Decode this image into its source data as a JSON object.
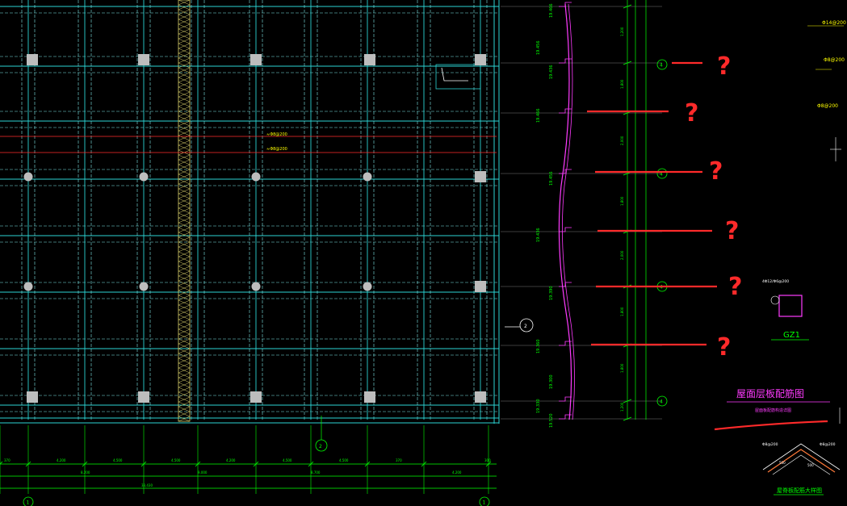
{
  "colors": {
    "background": "#000000",
    "grid": "#2bd3d3",
    "grid_dash": "#7de9e9",
    "dimension": "#00ff00",
    "column": "#bdbdbd",
    "red_annotation": "#ff2a2a",
    "magenta_profile": "#ff3bff",
    "yellow_text": "#ffff00",
    "white_text": "#ffffff",
    "hatch_band": "#d8cf6b"
  },
  "note_labels": {
    "upper_note_1": "≈Φ8@200",
    "upper_note_2": "≈Φ8@200"
  },
  "right_notes": {
    "note_a": "Φ14@200",
    "note_b": "Φ8@200",
    "note_c": "Φ8@200"
  },
  "elevations": [
    "19.466",
    "19.456",
    "19.436",
    "19.466",
    "19.456",
    "19.436",
    "19.390",
    "19.360",
    "19.300",
    "19.330",
    "19.520"
  ],
  "question_marks": [
    "?",
    "?",
    "?",
    "?",
    "?",
    "?"
  ],
  "gz1": {
    "label": "GZ1",
    "note": "4Φ12/Φ6@200"
  },
  "plan_title": {
    "main": "屋面层板配筋图",
    "sub": "屋面板配筋构造详图"
  },
  "ridge_detail": {
    "title": "屋脊板配筋大样图",
    "labels": [
      "Φ8@200",
      "Φ8@200",
      "500",
      "500"
    ]
  },
  "bottom_dims": [
    "370",
    "4,200",
    "4,500",
    "4,500",
    "4,200",
    "4,500",
    "4,500",
    "370",
    "300"
  ],
  "bottom_dims_row2": [
    "8,200",
    "9,000",
    "8,700",
    "4,200"
  ],
  "bottom_dims_row3": [
    "33,430"
  ],
  "grid_bubbles": {
    "right_axis": [
      "4",
      "4",
      "4",
      "4",
      "4"
    ],
    "bottom_axis": [
      "1",
      "1",
      "2"
    ],
    "mid": [
      "2",
      "2"
    ]
  },
  "vertical_dims": [
    "1,200",
    "1,800",
    "2,000",
    "1,800",
    "2,000",
    "1,800",
    "1,800",
    "1,200"
  ]
}
